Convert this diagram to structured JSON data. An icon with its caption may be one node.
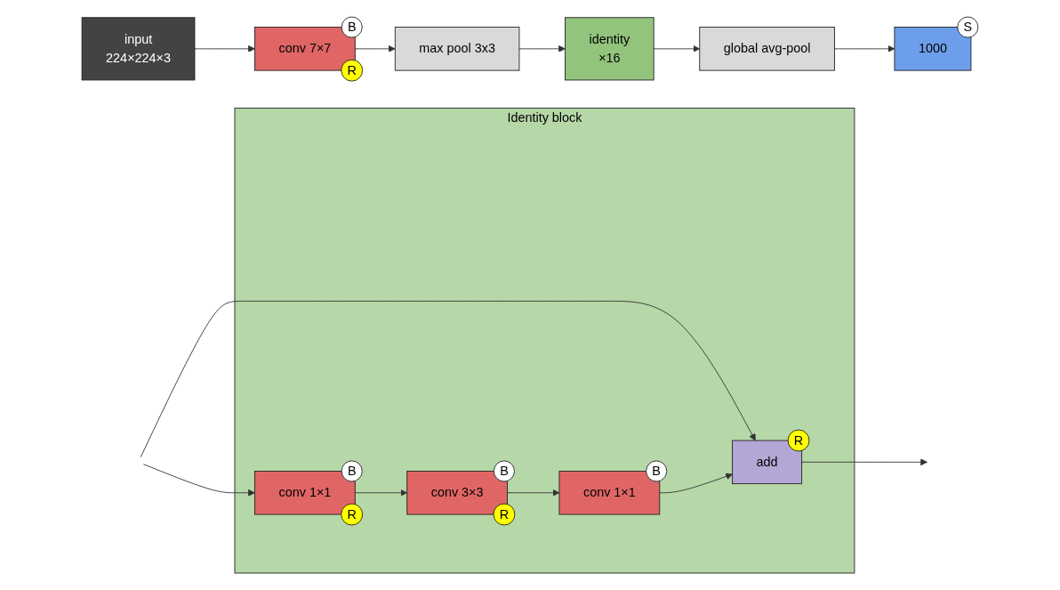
{
  "diagram": {
    "nodes": [
      {
        "text": [
          "input",
          "224×224×3"
        ]
      },
      {
        "text": [
          "conv 7×7"
        ]
      },
      {
        "text": [
          "B"
        ]
      },
      {
        "text": [
          "R"
        ]
      },
      {
        "text": [
          "max pool 3x3"
        ]
      },
      {
        "text": [
          "identity",
          "×16"
        ]
      },
      {
        "text": [
          "global avg-pool"
        ]
      },
      {
        "text": [
          "1000"
        ]
      },
      {
        "text": [
          "S"
        ]
      },
      {
        "text": [
          "Identity block"
        ]
      },
      {
        "text": [
          "conv 1×1"
        ],
        "in": 9
      },
      {
        "text": [
          "B"
        ],
        "in": 9
      },
      {
        "text": [
          "R"
        ],
        "in": 9
      },
      {
        "text": [
          "conv 3×3"
        ],
        "in": 9
      },
      {
        "text": [
          "B"
        ],
        "in": 9
      },
      {
        "text": [
          "R"
        ],
        "in": 9
      },
      {
        "text": [
          "conv 1×1"
        ],
        "in": 9
      },
      {
        "text": [
          "B"
        ],
        "in": 9
      },
      {
        "text": [
          "add"
        ],
        "in": 9
      },
      {
        "text": [
          "R"
        ],
        "in": 9
      }
    ],
    "edges": [
      {
        "from": 0,
        "to": 1,
        "arrow": "to"
      },
      {
        "from": 1,
        "to": 4,
        "arrow": "to"
      },
      {
        "from": 4,
        "to": 5,
        "arrow": "to"
      },
      {
        "from": 5,
        "to": 6,
        "arrow": "to"
      },
      {
        "from": 6,
        "to": 7,
        "arrow": "to"
      },
      {
        "from": null,
        "to": 10,
        "arrow": "to"
      },
      {
        "from": null,
        "to": 18,
        "arrow": "to"
      },
      {
        "from": 10,
        "to": 13,
        "arrow": "to"
      },
      {
        "from": 13,
        "to": 16,
        "arrow": "to"
      },
      {
        "from": 16,
        "to": 18,
        "arrow": "to"
      },
      {
        "from": 18,
        "to": null,
        "arrow": "to"
      }
    ]
  }
}
